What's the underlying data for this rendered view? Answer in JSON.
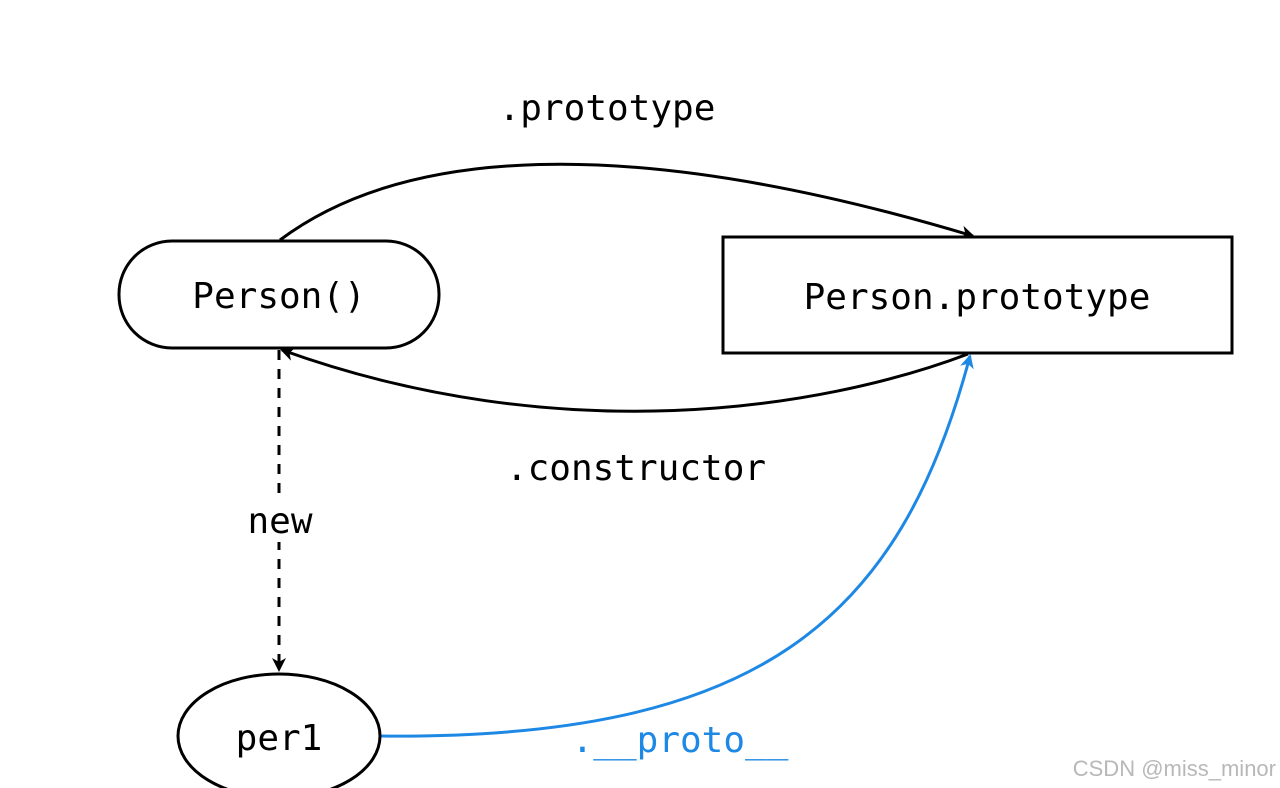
{
  "nodes": {
    "person_fn": "Person()",
    "person_prototype": "Person.prototype",
    "per1": "per1"
  },
  "edges": {
    "prototype": ".prototype",
    "constructor": ".constructor",
    "new": "new",
    "proto": ".__proto__"
  },
  "colors": {
    "stroke": "#000000",
    "proto_link": "#1e88e5",
    "watermark": "#b8b8b8"
  },
  "watermark": "CSDN @miss_minor"
}
